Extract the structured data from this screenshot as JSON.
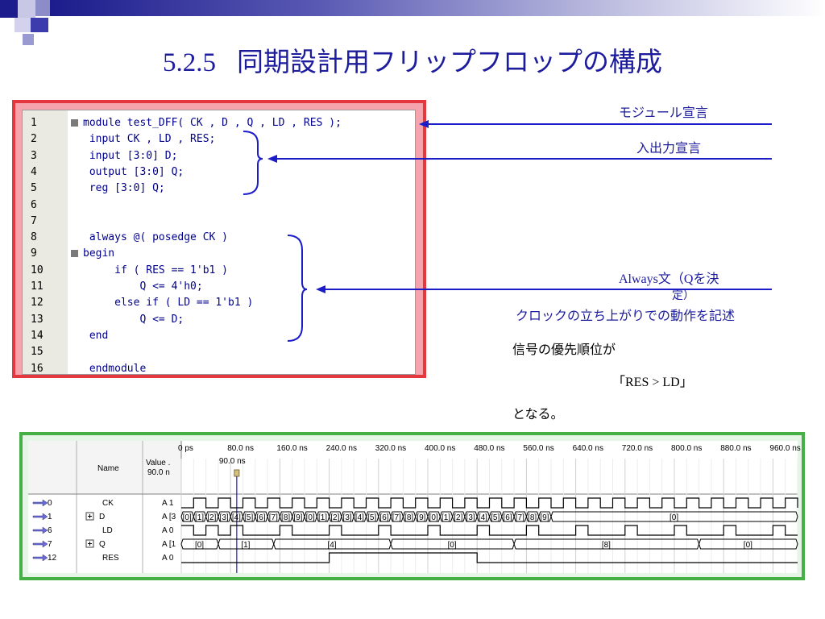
{
  "title": {
    "number": "5.2.5",
    "text": "同期設計用フリップフロップの構成"
  },
  "code": {
    "lines": [
      {
        "n": "1",
        "text": "module test_DFF( CK , D , Q , LD , RES );",
        "fold": true
      },
      {
        "n": "2",
        "text": " input CK , LD , RES;",
        "fold": false
      },
      {
        "n": "3",
        "text": " input [3:0] D;",
        "fold": false
      },
      {
        "n": "4",
        "text": " output [3:0] Q;",
        "fold": false
      },
      {
        "n": "5",
        "text": " reg [3:0] Q;",
        "fold": false
      },
      {
        "n": "6",
        "text": "",
        "fold": false
      },
      {
        "n": "7",
        "text": "",
        "fold": false
      },
      {
        "n": "8",
        "text": " always @( posedge CK )",
        "fold": false
      },
      {
        "n": "9",
        "text": "begin",
        "fold": true
      },
      {
        "n": "10",
        "text": "     if ( RES == 1'b1 )",
        "fold": false
      },
      {
        "n": "11",
        "text": "         Q <= 4'h0;",
        "fold": false
      },
      {
        "n": "12",
        "text": "     else if ( LD == 1'b1 )",
        "fold": false
      },
      {
        "n": "13",
        "text": "         Q <= D;",
        "fold": false
      },
      {
        "n": "14",
        "text": " end",
        "fold": false
      },
      {
        "n": "15",
        "text": "",
        "fold": false
      },
      {
        "n": "16",
        "text": " endmodule",
        "fold": false
      }
    ]
  },
  "annotations": {
    "module_decl": "モジュール宣言",
    "io_decl": "入出力宣言",
    "always_line1": "Always文（Qを決",
    "always_line2": "定）",
    "clock_edge": "クロックの立ち上がりでの動作を記述",
    "priority_line1": "信号の優先順位が",
    "priority_line2": "「RES > LD」",
    "priority_line3": "となる。"
  },
  "colors": {
    "accent": "#1c1c9c",
    "code_frame": "#e4383e",
    "wave_frame": "#46b046",
    "wave_line": "#000000",
    "cursor": "#1a1ac8"
  },
  "waveform": {
    "header_name": "Name",
    "header_value_1": "Value .",
    "header_value_2": "90.0 n",
    "cursor_label": "90.0 ns",
    "time_labels": [
      "0 ps",
      "80.0 ns",
      "160.0 ns",
      "240.0 ns",
      "320.0 ns",
      "400.0 ns",
      "480.0 ns",
      "560.0 ns",
      "640.0 ns",
      "720.0 ns",
      "800.0 ns",
      "880.0 ns",
      "960.0 ns"
    ],
    "signals": [
      {
        "index": "0",
        "name": "CK",
        "value": "A 1",
        "expand": false
      },
      {
        "index": "1",
        "name": "D",
        "value": "A [3",
        "expand": true
      },
      {
        "index": "6",
        "name": "LD",
        "value": "A 0",
        "expand": false
      },
      {
        "index": "7",
        "name": "Q",
        "value": "A [1",
        "expand": true
      },
      {
        "index": "12",
        "name": "RES",
        "value": "A 0",
        "expand": false
      }
    ],
    "d_values": [
      "[0]",
      "[1]",
      "[2]",
      "[3]",
      "[4]",
      "[5]",
      "[6]",
      "[7]",
      "[8]",
      "[9]",
      "[0]",
      "[1]",
      "[2]",
      "[3]",
      "[4]",
      "[5]",
      "[6]",
      "[7]",
      "[8]",
      "[9]",
      "[0]",
      "[1]",
      "[2]",
      "[3]",
      "[4]",
      "[5]",
      "[6]",
      "[7]",
      "[8]",
      "[9]"
    ],
    "d_last": "[0]",
    "q_segments": [
      {
        "label": "[0]"
      },
      {
        "label": "[1]"
      },
      {
        "label": "[4]"
      },
      {
        "label": "[0]"
      },
      {
        "label": "[8]"
      },
      {
        "label": "[0]"
      }
    ]
  }
}
